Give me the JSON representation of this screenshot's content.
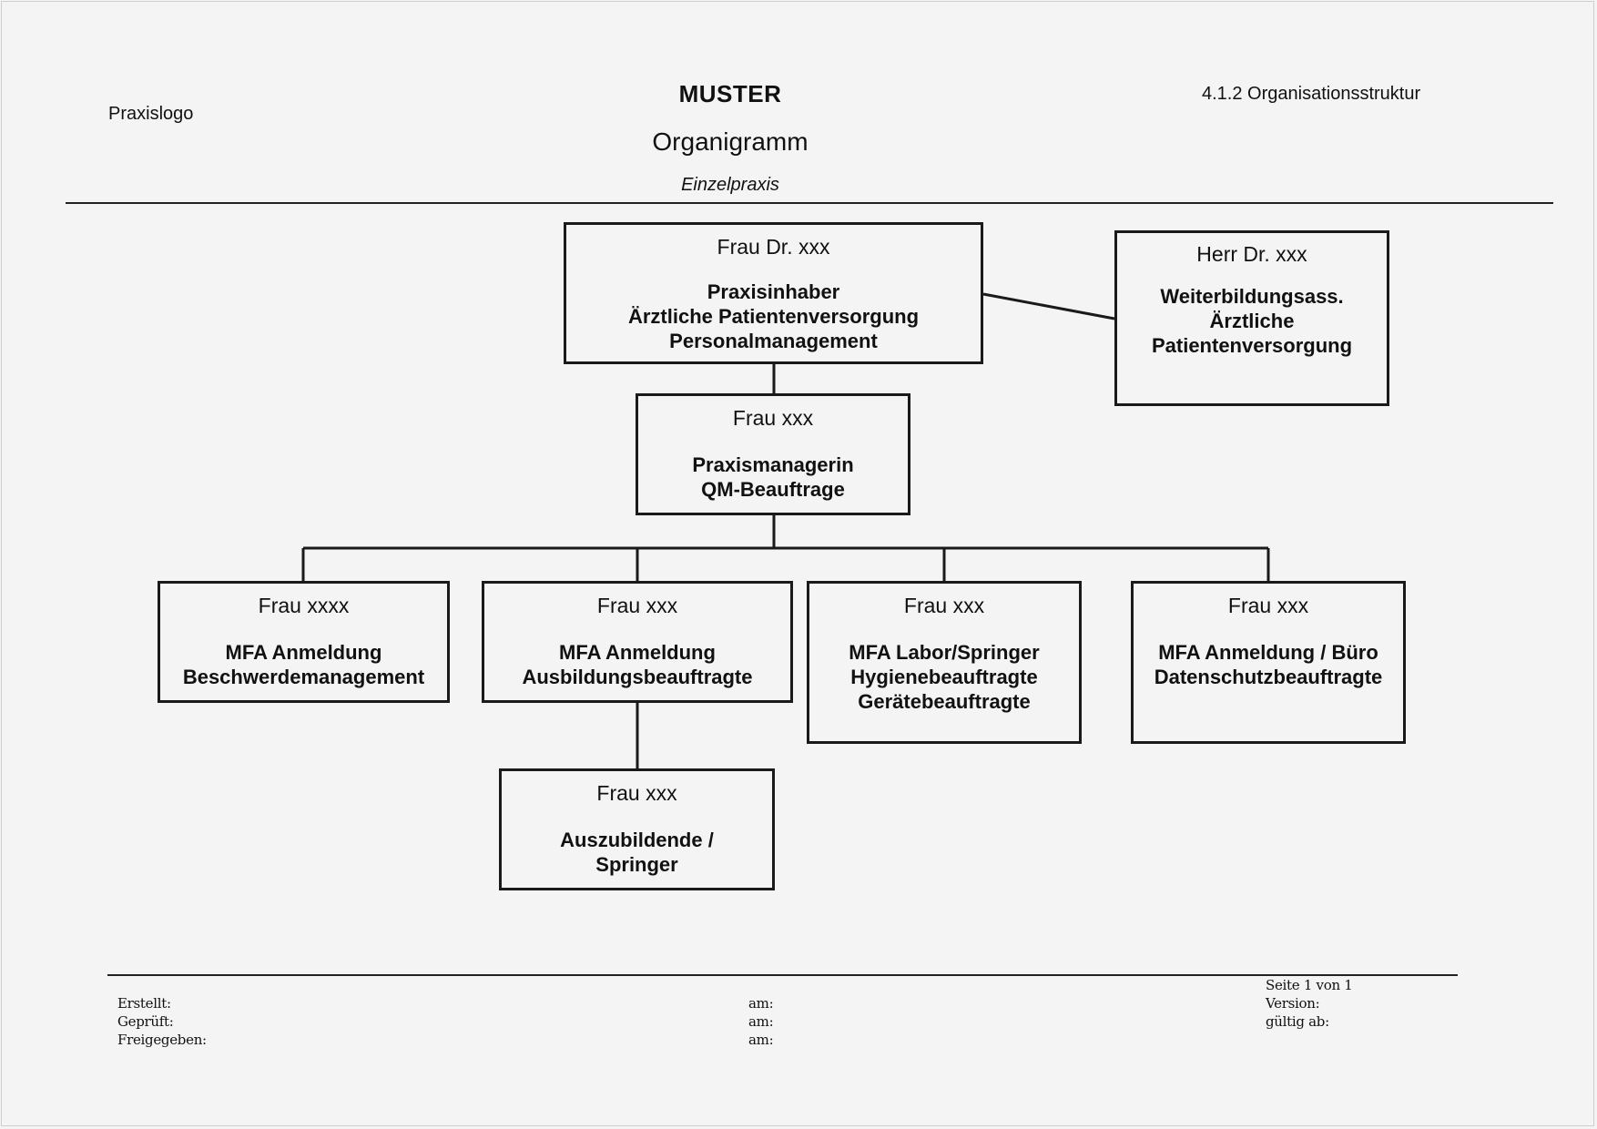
{
  "header": {
    "logo_placeholder": "Praxislogo",
    "stamp": "MUSTER",
    "title": "Organigramm",
    "subtitle": "Einzelpraxis",
    "section": "4.1.2 Organisationsstruktur"
  },
  "org": {
    "owner": {
      "person": "Frau Dr. xxx",
      "role": "Praxisinhaber\nÄrztliche Patientenversorgung\nPersonalmanagement"
    },
    "assistant_doctor": {
      "person": "Herr Dr. xxx",
      "role": "Weiterbildungsass.\nÄrztliche\nPatientenversorgung"
    },
    "practice_manager": {
      "person": "Frau xxx",
      "role": "Praxismanagerin\nQM-Beauftrage"
    },
    "staff": [
      {
        "person": "Frau xxxx",
        "role": "MFA Anmeldung\nBeschwerdemanagement"
      },
      {
        "person": "Frau xxx",
        "role": "MFA Anmeldung\nAusbildungsbeauftragte"
      },
      {
        "person": "Frau xxx",
        "role": "MFA Labor/Springer\nHygienebeauftragte\nGerätebeauftragte"
      },
      {
        "person": "Frau xxx",
        "role": "MFA Anmeldung / Büro\nDatenschutzbeauftragte"
      }
    ],
    "trainee": {
      "person": "Frau xxx",
      "role": "Auszubildende /\nSpringer"
    }
  },
  "footer": {
    "left_labels": [
      "Erstellt:",
      "Geprüft:",
      "Freigegeben:"
    ],
    "middle_labels": [
      "am:",
      "am:",
      "am:"
    ],
    "page_info": "Seite 1 von 1",
    "right_labels": [
      "Version:",
      "gültig ab:"
    ]
  }
}
